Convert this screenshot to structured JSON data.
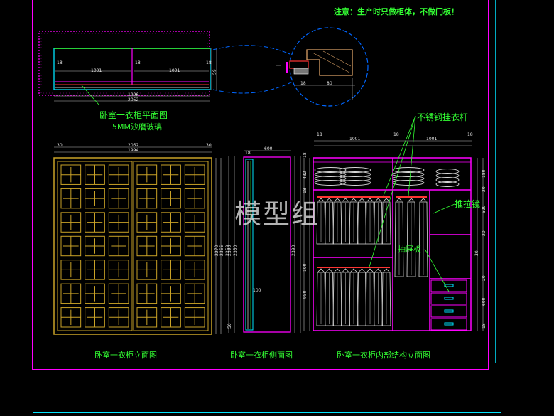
{
  "note": "注意：生产时只做柜体，不做门板！",
  "watermark": "模型组",
  "plan": {
    "title": "卧室一衣柜平面图",
    "subtitle": "5MM沙磨玻璃",
    "dims": [
      "18",
      "1001",
      "18",
      "1001",
      "18",
      "1996",
      "2052",
      "59"
    ]
  },
  "detail": {
    "dims": [
      "18",
      "80"
    ]
  },
  "front": {
    "title": "卧室一衣柜立面图",
    "dims": [
      "2052",
      "1994",
      "30",
      "30",
      "2270",
      "2355",
      "2250"
    ]
  },
  "side": {
    "title": "卧室一衣柜侧面图",
    "dims": [
      "600",
      "18",
      "2390",
      "2350",
      "100",
      "50"
    ]
  },
  "interior": {
    "title": "卧室一衣柜内部结构立面图",
    "dims_top": [
      "18",
      "1001",
      "18",
      "1001",
      "18"
    ],
    "dims_left": [
      "18",
      "432",
      "18",
      "2390",
      "100",
      "950"
    ],
    "dims_right": [
      "180",
      "20",
      "520",
      "20",
      "30",
      "20",
      "600",
      "18"
    ],
    "labels": {
      "rod": "不锈钢挂衣杆",
      "mirror": "推拉镜",
      "drawer": "抽屉板"
    }
  },
  "colors": {
    "border": "#ff00ff",
    "frame_cyan": "#00e5ff",
    "label_green": "#33ff33",
    "door_gold": "#c9a227",
    "garment": "#d9d9d9",
    "hanger_rod": "#ff3333"
  }
}
